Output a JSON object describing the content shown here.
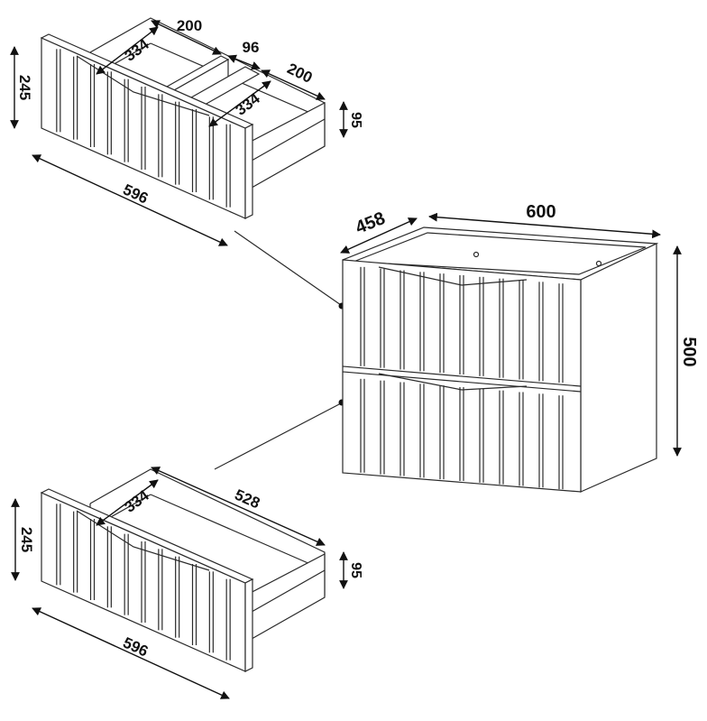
{
  "dimensions": {
    "top_drawer": {
      "height": "245",
      "width": "596",
      "inner_depth_left": "334",
      "inner_width_left": "200",
      "divider": "96",
      "inner_width_right": "200",
      "inner_depth_right": "334",
      "inner_height": "95"
    },
    "cabinet": {
      "depth": "458",
      "width": "600",
      "height": "500"
    },
    "bottom_drawer": {
      "height": "245",
      "width": "596",
      "inner_depth": "334",
      "inner_width": "528",
      "inner_height": "95"
    }
  }
}
